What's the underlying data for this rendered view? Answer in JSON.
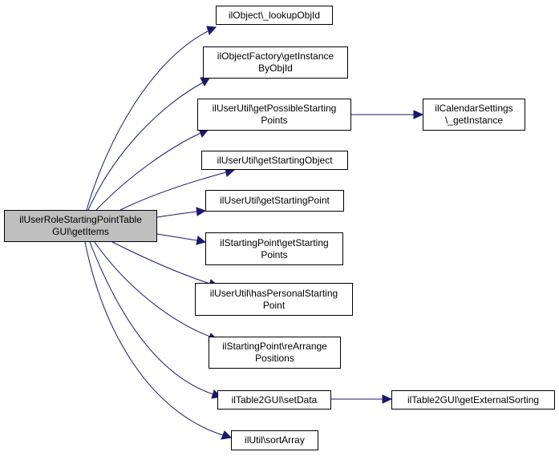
{
  "diagram": {
    "colors": {
      "edge": "#191970",
      "root_fill": "#bfbfbf",
      "node_fill": "#ffffff",
      "border": "#000000"
    },
    "root": {
      "label": "ilUserRoleStartingPointTable\nGUI\\getItems"
    },
    "nodes": [
      {
        "id": "n1",
        "label": "ilObject\\_lookupObjId"
      },
      {
        "id": "n2",
        "label": "ilObjectFactory\\getInstance\nByObjId"
      },
      {
        "id": "n3",
        "label": "ilUserUtil\\getPossibleStarting\nPoints"
      },
      {
        "id": "n4",
        "label": "ilCalendarSettings\n\\_getInstance"
      },
      {
        "id": "n5",
        "label": "ilUserUtil\\getStartingObject"
      },
      {
        "id": "n6",
        "label": "ilUserUtil\\getStartingPoint"
      },
      {
        "id": "n7",
        "label": "ilStartingPoint\\getStarting\nPoints"
      },
      {
        "id": "n8",
        "label": "ilUserUtil\\hasPersonalStarting\nPoint"
      },
      {
        "id": "n9",
        "label": "ilStartingPoint\\reArrange\nPositions"
      },
      {
        "id": "n10",
        "label": "ilTable2GUI\\setData"
      },
      {
        "id": "n11",
        "label": "ilTable2GUI\\getExternalSorting"
      },
      {
        "id": "n12",
        "label": "ilUtil\\sortArray"
      }
    ],
    "edges": [
      {
        "from": "root",
        "to": "n1"
      },
      {
        "from": "root",
        "to": "n2"
      },
      {
        "from": "root",
        "to": "n3"
      },
      {
        "from": "root",
        "to": "n5"
      },
      {
        "from": "root",
        "to": "n6"
      },
      {
        "from": "root",
        "to": "n7"
      },
      {
        "from": "root",
        "to": "n8"
      },
      {
        "from": "root",
        "to": "n9"
      },
      {
        "from": "root",
        "to": "n10"
      },
      {
        "from": "root",
        "to": "n12"
      },
      {
        "from": "n3",
        "to": "n4"
      },
      {
        "from": "n10",
        "to": "n11"
      }
    ]
  }
}
